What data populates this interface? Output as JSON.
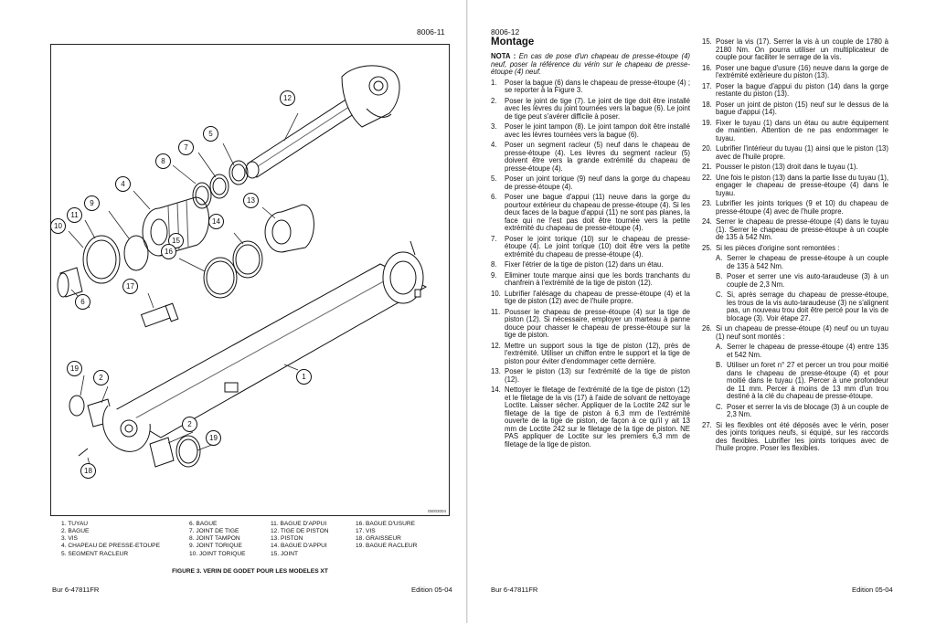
{
  "left_page": {
    "page_number": "8006-11",
    "footer_left": "Bur 6-47811FR",
    "footer_right": "Edition 05-04",
    "figure_code": "05003004",
    "callouts": [
      "1",
      "2",
      "2",
      "4",
      "5",
      "6",
      "7",
      "8",
      "9",
      "10",
      "11",
      "12",
      "13",
      "14",
      "15",
      "16",
      "17",
      "18",
      "19",
      "19"
    ],
    "legend": [
      [
        "1. TUYAU",
        "2. BAGUE",
        "3. VIS",
        "4. CHAPEAU DE PRESSE-ETOUPE",
        "5. SEGMENT RACLEUR"
      ],
      [
        "6. BAGUE",
        "7. JOINT DE TIGE",
        "8. JOINT TAMPON",
        "9. JOINT TORIQUE",
        "10. JOINT TORIQUE"
      ],
      [
        "11. BAGUE D'APPUI",
        "12. TIGE DE PISTON",
        "13. PISTON",
        "14. BAGUE D'APPUI",
        "15. JOINT"
      ],
      [
        "16. BAGUE D'USURE",
        "17. VIS",
        "18. GRAISSEUR",
        "19. BAGUE RACLEUR"
      ]
    ],
    "caption": "FIGURE 3. VERIN DE GODET POUR LES MODELES XT"
  },
  "right_page": {
    "page_number": "8006-12",
    "footer_left": "Bur 6-47811FR",
    "footer_right": "Edition 05-04",
    "title": "Montage",
    "note_label": "NOTA :",
    "note_text": "En cas de pose d'un chapeau de presse-étoupe (4) neuf, poser la référence du vérin sur le chapeau de presse-étoupe (4) neuf.",
    "col1_steps": [
      {
        "n": "1.",
        "t": "Poser la bague (6) dans le chapeau de presse-étoupe (4) ; se reporter à la Figure 3."
      },
      {
        "n": "2.",
        "t": "Poser le joint de tige (7). Le joint de tige doit être installé avec les lèvres du joint tournées vers la bague (6). Le joint de tige peut s'avérer difficile à poser."
      },
      {
        "n": "3.",
        "t": "Poser le joint tampon (8). Le joint tampon doit être installé avec les lèvres tournées vers la bague (6)."
      },
      {
        "n": "4.",
        "t": "Poser un segment racleur (5) neuf dans le chapeau de presse-étoupe (4). Les lèvres du segment racleur (5) doivent être vers la grande extrémité du chapeau de presse-étoupe (4)."
      },
      {
        "n": "5.",
        "t": "Poser un joint torique (9) neuf dans la gorge du chapeau de presse-étoupe (4)."
      },
      {
        "n": "6.",
        "t": "Poser une bague d'appui (11) neuve dans la gorge du pourtour extérieur du chapeau de presse-étoupe (4). Si les deux faces de la bague d'appui (11) ne sont pas planes, la face qui ne l'est pas doit être tournée vers la petite extrémité du chapeau de presse-étoupe (4)."
      },
      {
        "n": "7.",
        "t": "Poser le joint torique (10) sur le chapeau de presse-étoupe (4). Le joint torique (10) doit être vers la petite extrémité du chapeau de presse-étoupe (4)."
      },
      {
        "n": "8.",
        "t": "Fixer l'étrier de la tige de piston (12) dans un étau."
      },
      {
        "n": "9.",
        "t": "Eliminer toute marque ainsi que les bords tranchants du chanfrein à l'extrémité de la tige de piston (12)."
      },
      {
        "n": "10.",
        "t": "Lubrifier l'alésage du chapeau de presse-étoupe (4) et la tige de piston (12) avec de l'huile propre."
      },
      {
        "n": "11.",
        "t": "Pousser le chapeau de presse-étoupe (4) sur la tige de piston (12). Si nécessaire, employer un marteau à panne douce pour chasser le chapeau de presse-étoupe sur la tige de piston."
      },
      {
        "n": "12.",
        "t": "Mettre un support sous la tige de piston (12), près de l'extrémité. Utiliser un chiffon entre le support et la tige de piston pour éviter d'endommager cette dernière."
      },
      {
        "n": "13.",
        "t": "Poser le piston (13) sur l'extrémité de la tige de piston (12)."
      },
      {
        "n": "14.",
        "t": "Nettoyer le filetage de l'extrémité de la tige de piston (12) et le filetage de la vis (17) à l'aide de solvant de nettoyage Loctite. Laisser sécher. Appliquer de la Loctite 242 sur le filetage de la tige de piston à 6,3 mm de l'extrémité ouverte de la tige de piston, de façon à ce qu'il y ait 13 mm de Loctite 242 sur le filetage de la tige de piston. NE PAS appliquer de Loctite sur les premiers 6,3 mm de filetage de la tige de piston."
      }
    ],
    "col2_items": [
      {
        "kind": "step",
        "n": "15.",
        "t": "Poser la vis (17). Serrer la vis à un couple de 1780 à 2180 Nm. On pourra utiliser un multiplicateur de couple pour faciliter le serrage de la vis."
      },
      {
        "kind": "step",
        "n": "16.",
        "t": "Poser une bague d'usure (16) neuve dans la gorge de l'extrémité extérieure du piston (13)."
      },
      {
        "kind": "step",
        "n": "17.",
        "t": "Poser la bague d'appui du piston (14) dans la gorge restante du piston (13)."
      },
      {
        "kind": "step",
        "n": "18.",
        "t": "Poser un joint de piston (15) neuf sur le dessus de la bague d'appui (14)."
      },
      {
        "kind": "step",
        "n": "19.",
        "t": "Fixer le tuyau (1) dans un étau ou autre équipement de maintien. Attention de ne pas endommager le tuyau."
      },
      {
        "kind": "step",
        "n": "20.",
        "t": "Lubrifier l'intérieur du tuyau (1) ainsi que le piston (13) avec de l'huile propre."
      },
      {
        "kind": "step",
        "n": "21.",
        "t": "Pousser le piston (13) droit dans le tuyau (1)."
      },
      {
        "kind": "step",
        "n": "22.",
        "t": "Une fois le piston (13) dans la partie lisse du tuyau (1), engager le chapeau de presse-étoupe (4) dans le tuyau."
      },
      {
        "kind": "step",
        "n": "23.",
        "t": "Lubrifier les joints toriques (9 et 10) du chapeau de presse-étoupe (4) avec de l'huile propre."
      },
      {
        "kind": "step",
        "n": "24.",
        "t": "Serrer le chapeau de presse-étoupe (4) dans le tuyau (1). Serrer le chapeau de presse-étoupe à un couple de 135 à 542 Nm."
      },
      {
        "kind": "step",
        "n": "25.",
        "t": "Si les pièces d'origine sont remontées :"
      },
      {
        "kind": "sub",
        "n": "A.",
        "t": "Serrer le chapeau de presse-étoupe à un couple de 135 à 542 Nm."
      },
      {
        "kind": "sub",
        "n": "B.",
        "t": "Poser et serrer une vis auto-taraudeuse (3) à un couple de 2,3 Nm."
      },
      {
        "kind": "sub",
        "n": "C.",
        "t": "Si, après serrage du chapeau de presse-étoupe, les trous de la vis auto-taraudeuse (3) ne s'alignent pas, un nouveau trou doit être percé pour la vis de blocage (3). Voir étape 27."
      },
      {
        "kind": "step",
        "n": "26.",
        "t": "Si un chapeau de presse-étoupe (4) neuf ou un tuyau (1) neuf sont montés :"
      },
      {
        "kind": "sub",
        "n": "A.",
        "t": "Serrer le chapeau de presse-étoupe (4) entre 135 et 542 Nm."
      },
      {
        "kind": "sub",
        "n": "B.",
        "t": "Utiliser un foret n° 27 et percer un trou pour moitié dans le chapeau de presse-étoupe (4) et pour moitié dans le tuyau (1). Percer à une profondeur de 11 mm. Percer à moins de 13 mm d'un trou destiné à la clé du chapeau de presse-étoupe."
      },
      {
        "kind": "sub",
        "n": "C.",
        "t": "Poser et serrer la vis de blocage (3) à un couple de 2,3 Nm."
      },
      {
        "kind": "step",
        "n": "27.",
        "t": "Si les flexibles ont été déposés avec le vérin, poser des joints toriques neufs, si équipé, sur les raccords des flexibles. Lubrifier les joints toriques avec de l'huile propre. Poser les flexibles."
      }
    ]
  }
}
